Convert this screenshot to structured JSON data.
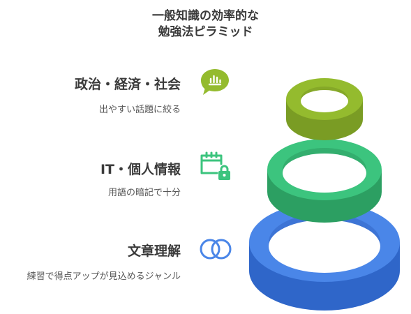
{
  "title": {
    "line1": "一般知識の効率的な",
    "line2": "勉強法ピラミッド"
  },
  "tiers": [
    {
      "heading": "政治・経済・社会",
      "description": "出やすい話題に絞る",
      "icon": "chat-bar-chart-icon",
      "color": "#94BB2E"
    },
    {
      "heading": "IT・個人情報",
      "description": "用語の暗記で十分",
      "icon": "calendar-lock-icon",
      "color": "#3CC47E"
    },
    {
      "heading": "文章理解",
      "description": "練習で得点アップが見込めるジャンル",
      "icon": "linked-rings-icon",
      "color": "#4A86E8"
    }
  ]
}
